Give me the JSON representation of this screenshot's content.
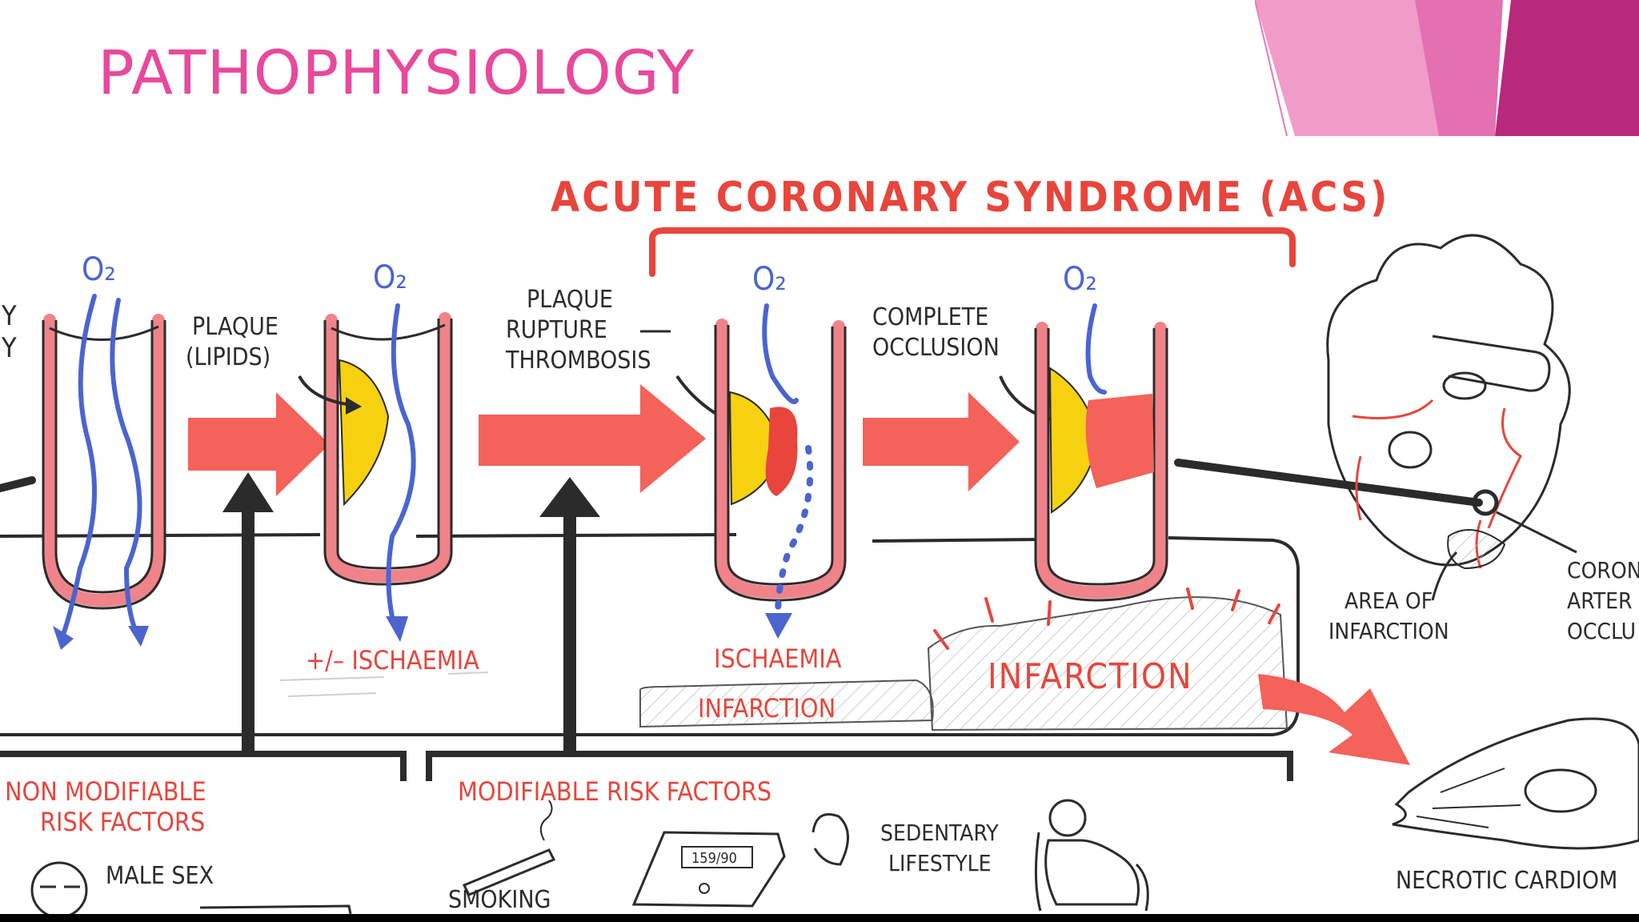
{
  "slide": {
    "title": "PATHOPHYSIOLOGY"
  },
  "colors": {
    "title_pink": "#e8499b",
    "deco_light": "#f19bc9",
    "deco_mid": "#e46fb1",
    "deco_dark": "#b8287c",
    "marker_red": "#e8453c",
    "arrow_red": "#f4625a",
    "vessel_wall": "#f0838a",
    "plaque_yellow": "#f6d110",
    "oxygen_blue": "#4b64d0",
    "ink_black": "#2b2b2b",
    "label_red": "#d9362f"
  },
  "diagram": {
    "header": "ACUTE CORONARY SYNDROME (ACS)",
    "oxygen_labels": [
      "O₂",
      "O₂",
      "O₂",
      "O₂"
    ],
    "left_edge_label_1": "Y",
    "left_edge_label_2": "Y",
    "stage_labels": {
      "plaque_line1": "PLAQUE",
      "plaque_line2": "(LIPIDS)",
      "rupture_line1": "PLAQUE",
      "rupture_line2": "RUPTURE",
      "rupture_line3": "THROMBOSIS",
      "occlusion_line1": "COMPLETE",
      "occlusion_line2": "OCCLUSION"
    },
    "outcome_labels": {
      "ischaemia_pm": "+/– ISCHAEMIA",
      "ischaemia": "ISCHAEMIA",
      "infarction_small": "INFARCTION",
      "infarction_large": "INFARCTION"
    },
    "heart_labels": {
      "area_line1": "AREA OF",
      "area_line2": "INFARCTION",
      "coronary_line1": "CORON",
      "coronary_line2": "ARTER",
      "coronary_line3": "OCCLU"
    },
    "risk_groups": {
      "non_modifiable_line1": "NON MODIFIABLE",
      "non_modifiable_line2": "RISK FACTORS",
      "modifiable": "MODIFIABLE RISK FACTORS"
    },
    "risk_items": {
      "male_sex": "MALE SEX",
      "smoking": "SMOKING",
      "sedentary_line1": "SEDENTARY",
      "sedentary_line2": "LIFESTYLE",
      "bp_reading": "159/90",
      "necrotic": "NECROTIC CARDIOM"
    }
  }
}
